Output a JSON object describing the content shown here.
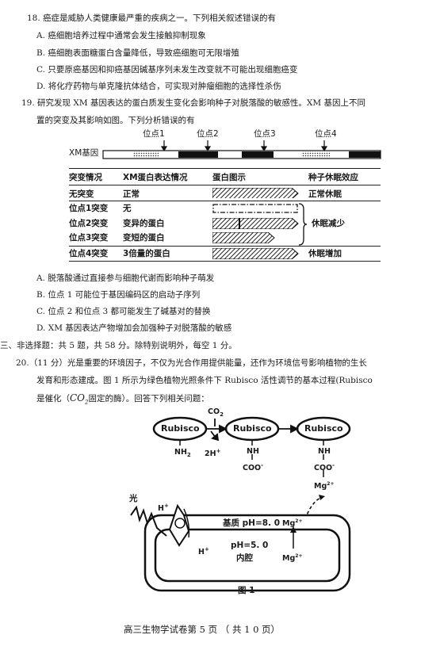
{
  "q18": {
    "stem": "18. 癌症是威胁人类健康最严重的疾病之一。下列相关叙述错误的有",
    "options": [
      "A. 癌细胞培养过程中通常会发生接触抑制现象",
      "B. 癌细胞表面糖蛋白含量降低，导致癌细胞可无限增殖",
      "C. 只要原癌基因和抑癌基因碱基序列未发生改变就不可能出现细胞癌变",
      "D. 将化疗药物与单克隆抗体结合，可实现对肿瘤细胞的选择性杀伤"
    ]
  },
  "q19": {
    "stem_line1": "19. 研究发现  XM 基因表达的蛋白质发生变化会影响种子对脱落酸的敏感性。XM  基因上不同",
    "stem_line2": "置的突变及其影响如图。下列分析错误的有",
    "gene_label": "XM基因",
    "site_labels": [
      "位点1",
      "位点2",
      "位点3",
      "位点4"
    ],
    "table_header": [
      "突变情况",
      "XM蛋白表达情况",
      "蛋白图示",
      "种子休眠效应"
    ],
    "rows": [
      {
        "mutation": "无突变",
        "expression": "正常",
        "effect": "正常休眠"
      },
      {
        "mutation": "位点1突变",
        "expression": "无",
        "effect": ""
      },
      {
        "mutation": "位点2突变",
        "expression": "变异的蛋白",
        "effect": "休眠减少"
      },
      {
        "mutation": "位点3突变",
        "expression": "变短的蛋白",
        "effect": ""
      },
      {
        "mutation": "位点4突变",
        "expression": "3倍量的蛋白",
        "effect": "休眠增加"
      }
    ],
    "options": [
      "A. 脱落酸通过直接参与细胞代谢而影响种子萌发",
      "B. 位点 1  可能位于基因编码区的启动子序列",
      "C. 位点 2 和位点 3 都可能发生了碱基对的替换",
      "D.   XM  基因表达产物增加会加强种子对脱落酸的敏感"
    ]
  },
  "section3": "三、非选择题：共 5 题，共 58 分。除特别说明外，每空 1 分。",
  "q20": {
    "line1": "20.（11 分）光是重要的环境因子，不仅为光合作用提供能量，还作为环境信号影响植物的生长",
    "line2": "发育和形态建成。图 1 所示为绿色植物光照条件下  Rubisco  活性调节的基本过程(Rubisco",
    "line3_a": "是催化（",
    "line3_co2": "CO",
    "line3_sub": "2",
    "line3_b": "固定的酶）。回答下列相关问题：",
    "figure": {
      "rubisco": "Rubisco",
      "co2": "CO",
      "co2_sub": "2",
      "nh2": "NH",
      "nh2_sub": "2",
      "hplus2": "2H",
      "sup_plus": "+",
      "nh": "NH",
      "coo": "COO",
      "sup_minus": "-",
      "mg": "Mg",
      "sup_2plus": "2+",
      "light": "光",
      "h": "H",
      "stroma": "基质 pH=8. 0",
      "lumen_ph": "pH=5. 0",
      "lumen": "内腔",
      "caption": "图 1"
    }
  },
  "footer": "高三生物学试卷第 5 页 （ 共 1 0 页）"
}
